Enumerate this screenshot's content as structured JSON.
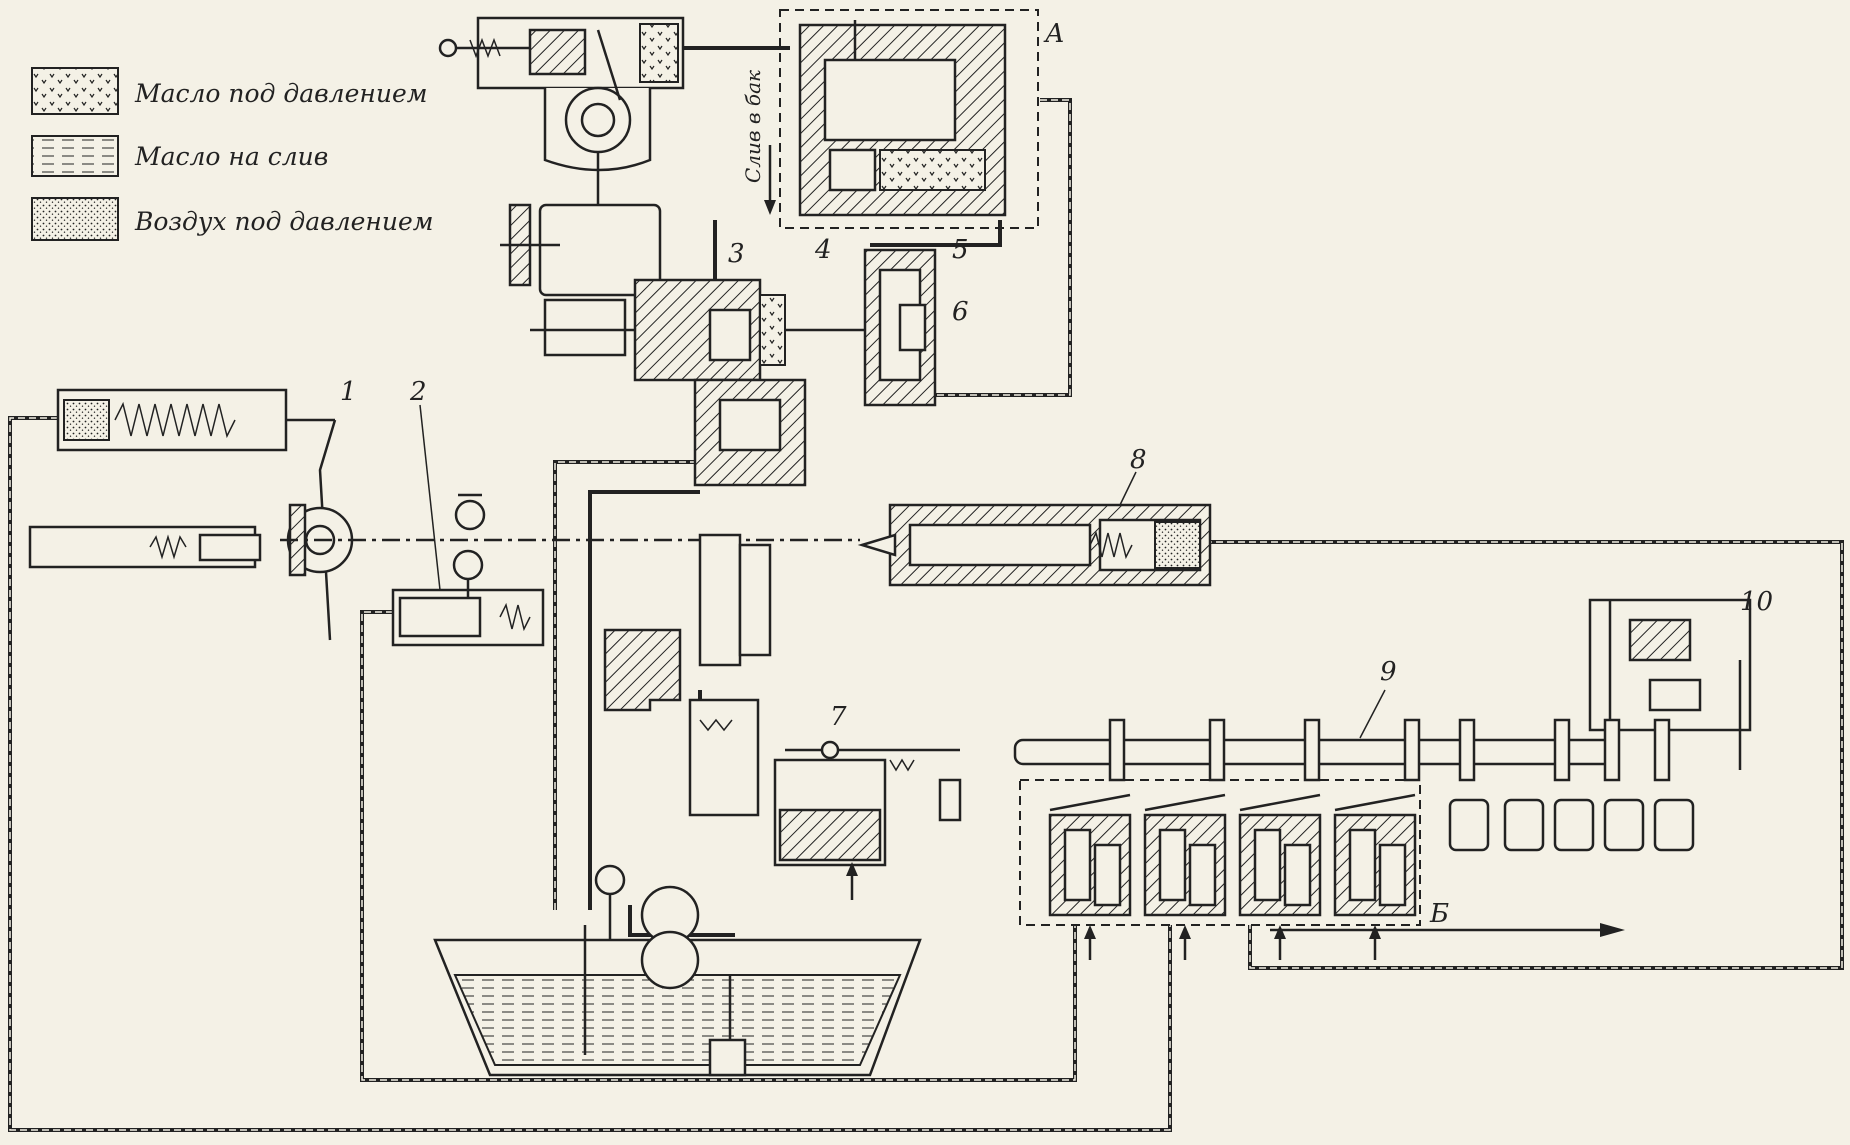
{
  "legend": {
    "items": [
      {
        "text": "Масло под давлением",
        "fill": "pressure"
      },
      {
        "text": "Масло на слив",
        "fill": "drain"
      },
      {
        "text": "Воздух под давлением",
        "fill": "air"
      }
    ]
  },
  "labels": {
    "tank_drain": "Слив в бак",
    "assembly_a": "А",
    "assembly_b": "Б",
    "n1": "1",
    "n2": "2",
    "n3": "3",
    "n4": "4",
    "n5": "5",
    "n6": "6",
    "n7": "7",
    "n8": "8",
    "n9": "9",
    "n10": "10"
  },
  "colors": {
    "ink": "#222222",
    "paper": "#f4f1e6"
  }
}
